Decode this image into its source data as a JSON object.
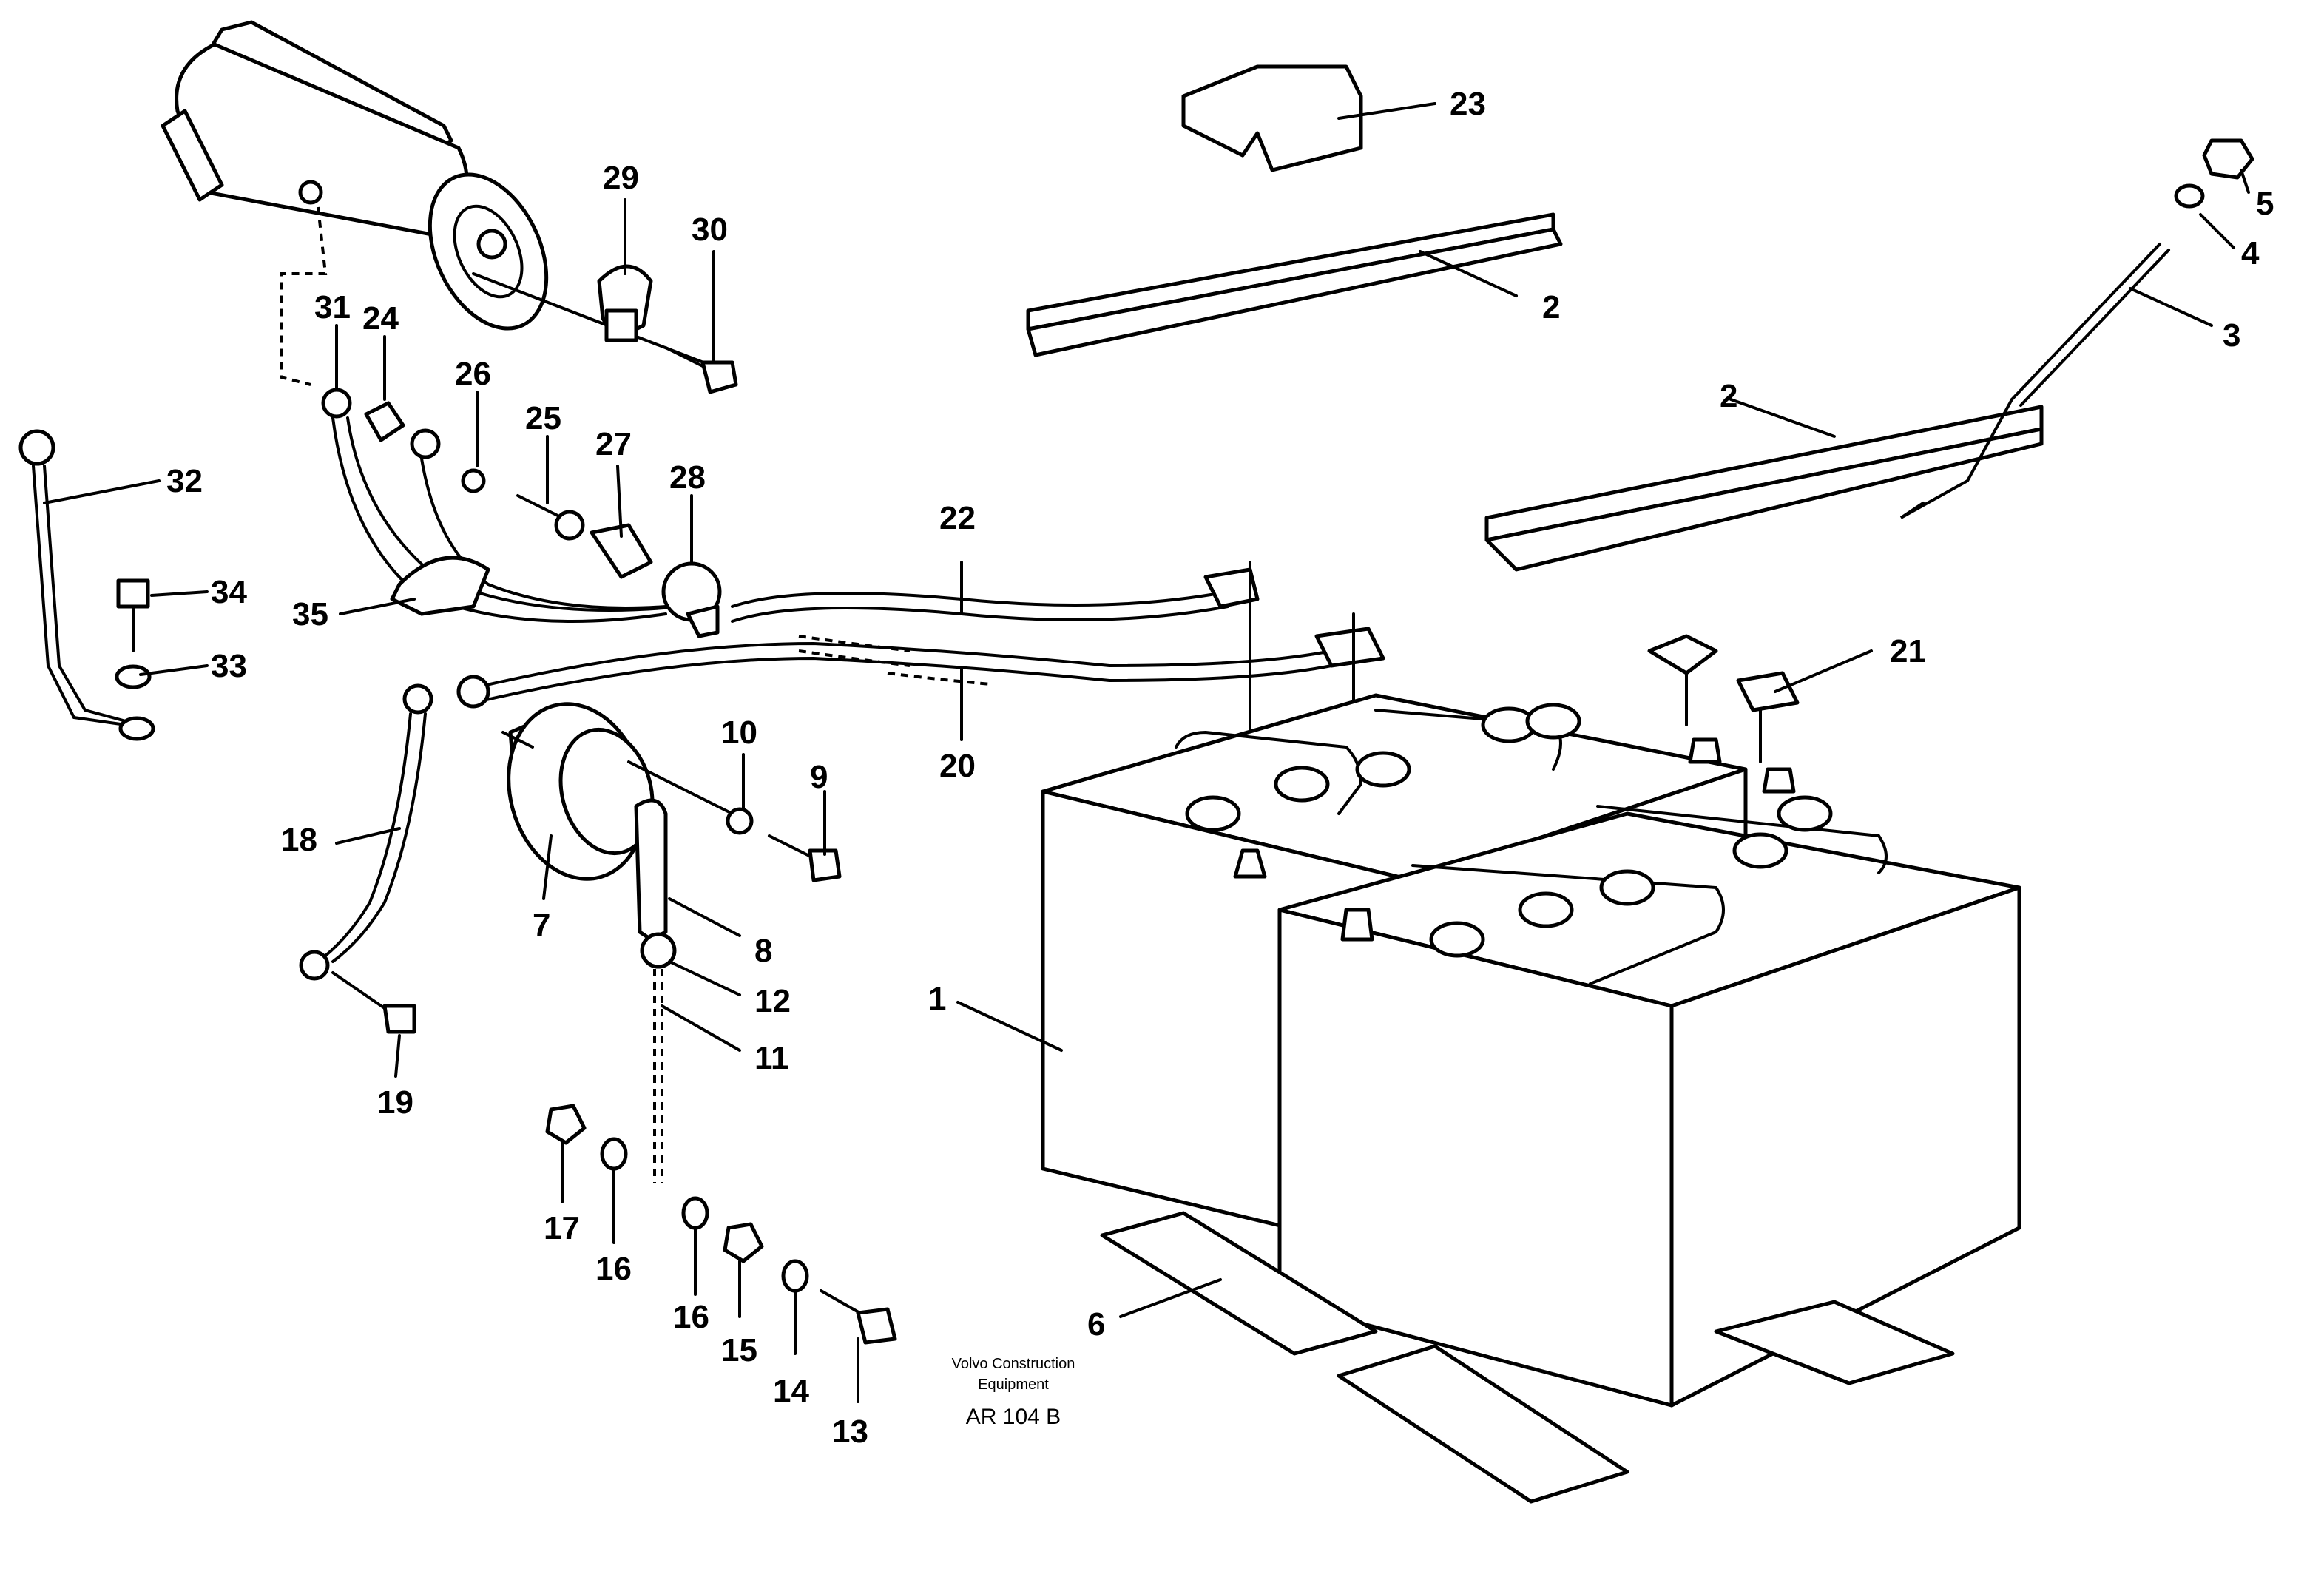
{
  "diagram": {
    "callouts": [
      "1",
      "2",
      "2",
      "3",
      "4",
      "5",
      "6",
      "7",
      "8",
      "9",
      "10",
      "11",
      "12",
      "13",
      "14",
      "15",
      "16",
      "16",
      "17",
      "18",
      "19",
      "20",
      "21",
      "22",
      "23",
      "24",
      "25",
      "26",
      "27",
      "28",
      "29",
      "30",
      "31",
      "32",
      "33",
      "34",
      "35"
    ],
    "credit_line_1": "Volvo Construction",
    "credit_line_2": "Equipment",
    "drawing_code": "AR 104 B"
  }
}
